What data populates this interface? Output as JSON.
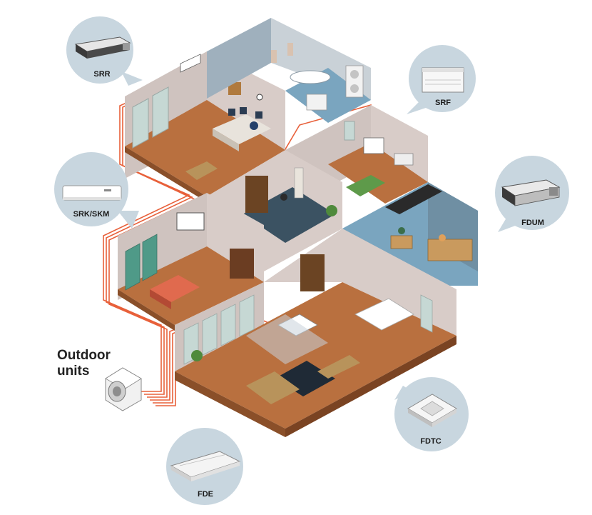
{
  "colors": {
    "floor": "#b9703f",
    "floor_dark": "#8a4f29",
    "wall": "#d6cbc7",
    "wall_shade": "#bfb2ad",
    "wall_top": "#6f7f8e",
    "bubble": "#c8d6df",
    "pipe": "#e8603a",
    "tile": "#7aa5bf"
  },
  "units": [
    {
      "id": "srr",
      "label": "SRR"
    },
    {
      "id": "srf",
      "label": "SRF"
    },
    {
      "id": "srk",
      "label": "SRK/SKM"
    },
    {
      "id": "fdum",
      "label": "FDUM"
    },
    {
      "id": "fdtc",
      "label": "FDTC"
    },
    {
      "id": "fde",
      "label": "FDE"
    }
  ],
  "outdoor": {
    "line1": "Outdoor",
    "line2": "units"
  }
}
